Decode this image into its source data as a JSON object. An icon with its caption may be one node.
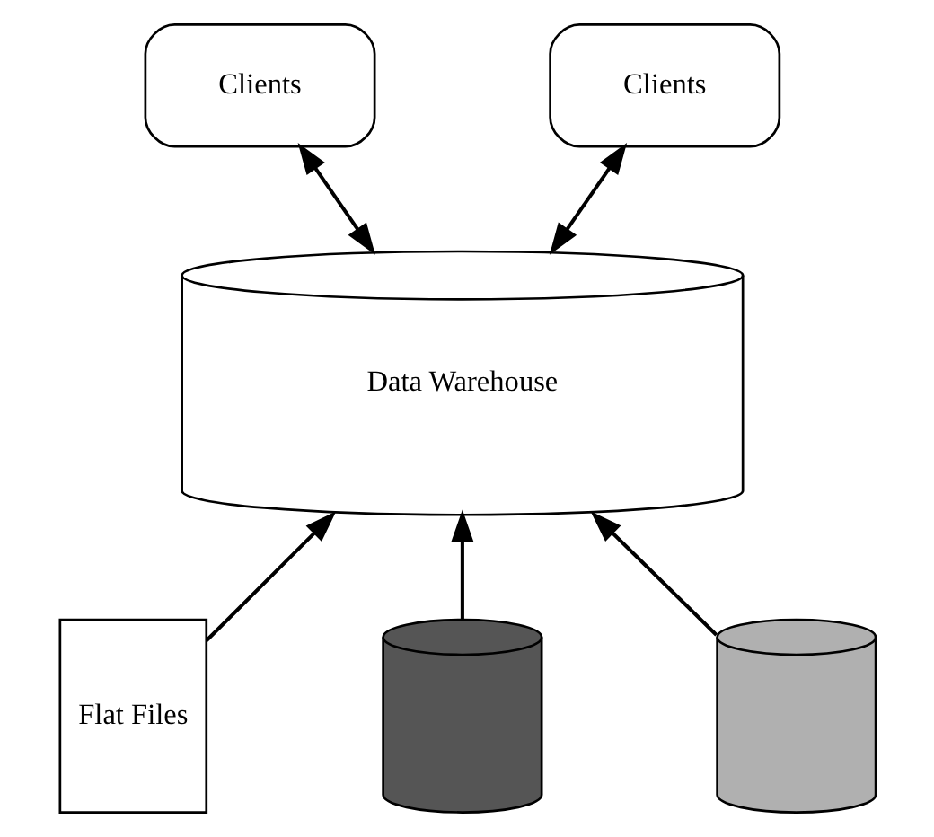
{
  "diagram": {
    "nodes": [
      {
        "text": [
          "Clients"
        ]
      },
      {
        "text": [
          "Clients"
        ]
      },
      {
        "text": [
          "Data Warehouse"
        ]
      },
      {
        "text": [
          "Flat Files"
        ]
      },
      {
        "text": [],
        "shape": "cylinder"
      },
      {
        "text": [],
        "shape": "cylinder"
      }
    ],
    "edges": [
      {
        "from": 0,
        "to": 2,
        "arrow": "both"
      },
      {
        "from": 1,
        "to": 2,
        "arrow": "both"
      },
      {
        "from": 3,
        "to": 2,
        "arrow": "to"
      },
      {
        "from": 4,
        "to": 2,
        "arrow": "to"
      },
      {
        "from": 5,
        "to": 2,
        "arrow": "to"
      }
    ]
  }
}
